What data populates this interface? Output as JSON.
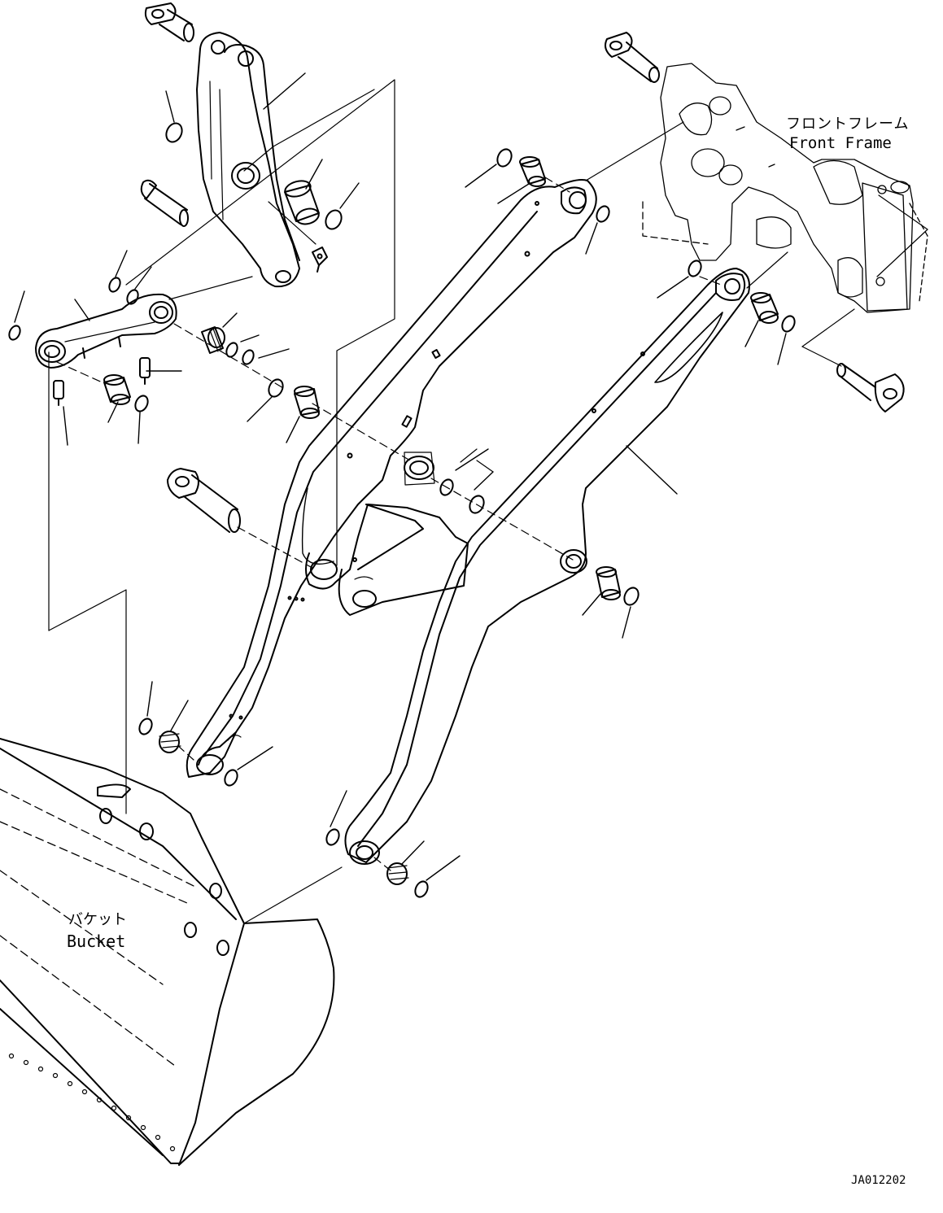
{
  "labels": {
    "front_frame_jp": "フロントフレーム",
    "front_frame_en": "Front Frame",
    "bucket_jp": "バケット",
    "bucket_en": "Bucket"
  },
  "drawing_code": "JA012202",
  "colors": {
    "line": "#000000",
    "background": "#ffffff"
  }
}
